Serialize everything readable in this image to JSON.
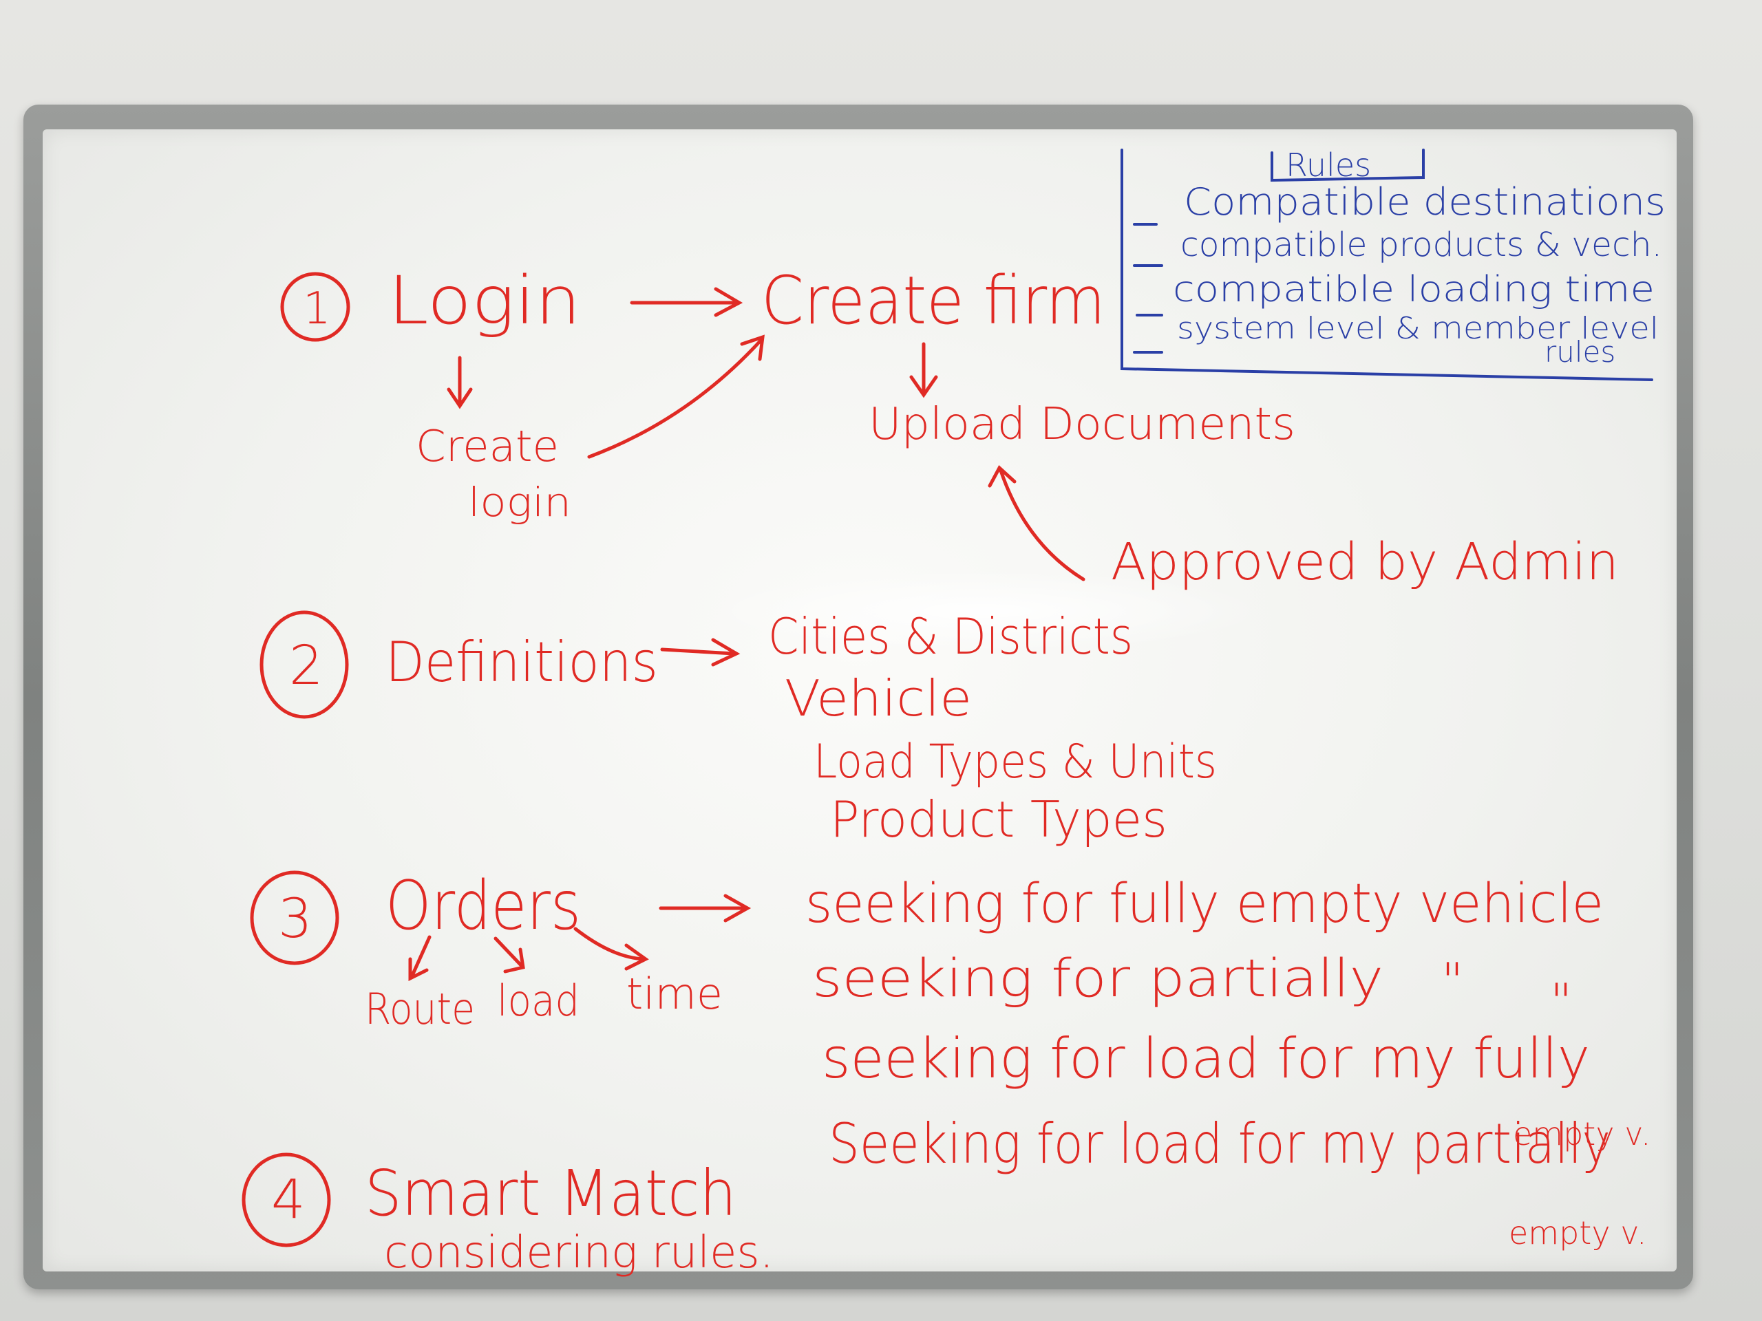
{
  "board": {
    "rules": {
      "title": "Rules",
      "items": [
        "Compatible destinations",
        "compatible products & vech.",
        "compatible loading time",
        "system level & member level"
      ],
      "items_tail": "rules"
    },
    "step1": {
      "number": "1",
      "login": "Login",
      "create_firm": "Create firm",
      "create_login_line1": "Create",
      "create_login_line2": "login",
      "upload": "Upload Documents",
      "approved": "Approved by Admin"
    },
    "step2": {
      "number": "2",
      "title": "Definitions",
      "items": [
        "Cities & Districts",
        "Vehicle",
        "Load Types & Units",
        "Product Types"
      ]
    },
    "step3": {
      "number": "3",
      "title": "Orders",
      "sub": [
        "Route",
        "load",
        "time"
      ],
      "seeking": [
        "seeking for fully empty vehicle",
        "seeking for partially",
        "seeking for load for my fully",
        "Seeking for load for my partially"
      ],
      "ditto": "\"",
      "empty_v1": "empty v.",
      "empty_v2": "empty v."
    },
    "step4": {
      "number": "4",
      "title": "Smart Match",
      "subtitle": "considering rules."
    }
  }
}
